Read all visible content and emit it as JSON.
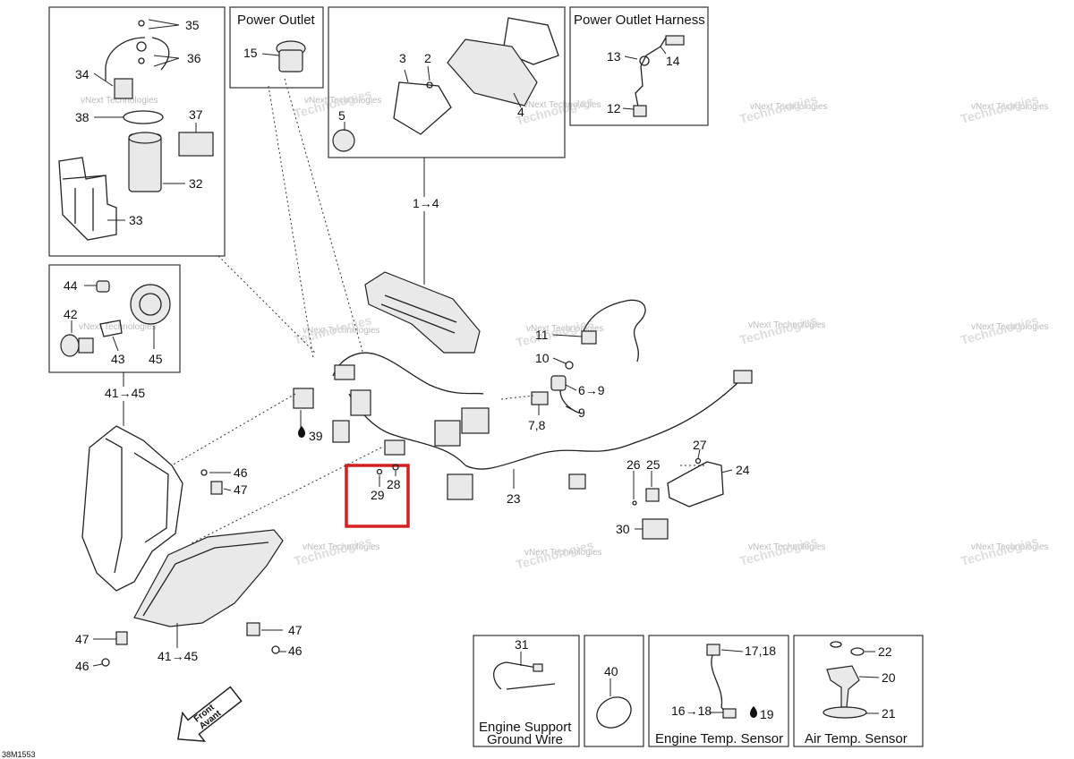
{
  "boxes": {
    "power_outlet": "Power Outlet",
    "power_outlet_harness": "Power Outlet Harness",
    "engine_support_ground_wire": [
      "Engine Support",
      "Ground Wire"
    ],
    "engine_temp_sensor": "Engine Temp. Sensor",
    "air_temp_sensor": "Air Temp. Sensor"
  },
  "labels": {
    "l35": "35",
    "l36": "36",
    "l34": "34",
    "l38": "38",
    "l37": "37",
    "l32": "32",
    "l33": "33",
    "l15": "15",
    "l3": "3",
    "l2": "2",
    "l5": "5",
    "l4": "4",
    "l1to4": "1→4",
    "l13": "13",
    "l14": "14",
    "l12": "12",
    "l44": "44",
    "l42": "42",
    "l43": "43",
    "l45": "45",
    "l41to45a": "41→45",
    "l11": "11",
    "l10": "10",
    "l6to9": "6→9",
    "l9": "9",
    "l78": "7,8",
    "l39": "39",
    "l46a": "46",
    "l47a": "47",
    "l29": "29",
    "l28": "28",
    "l23": "23",
    "l27": "27",
    "l26": "26",
    "l25": "25",
    "l24": "24",
    "l30": "30",
    "l47b": "47",
    "l46b": "46",
    "l47c": "47",
    "l46c": "46",
    "l41to45b": "41→45",
    "l31": "31",
    "l40": "40",
    "l1718": "17,18",
    "l16to18": "16→18",
    "l19": "19",
    "l22": "22",
    "l20": "20",
    "l21": "21"
  },
  "front_marker": [
    "Front",
    "Avant"
  ],
  "drawing_code": "38M1553",
  "watermark": [
    "vNext Technologies",
    "vNext",
    "Technologies"
  ],
  "highlight_color": "#d42020"
}
